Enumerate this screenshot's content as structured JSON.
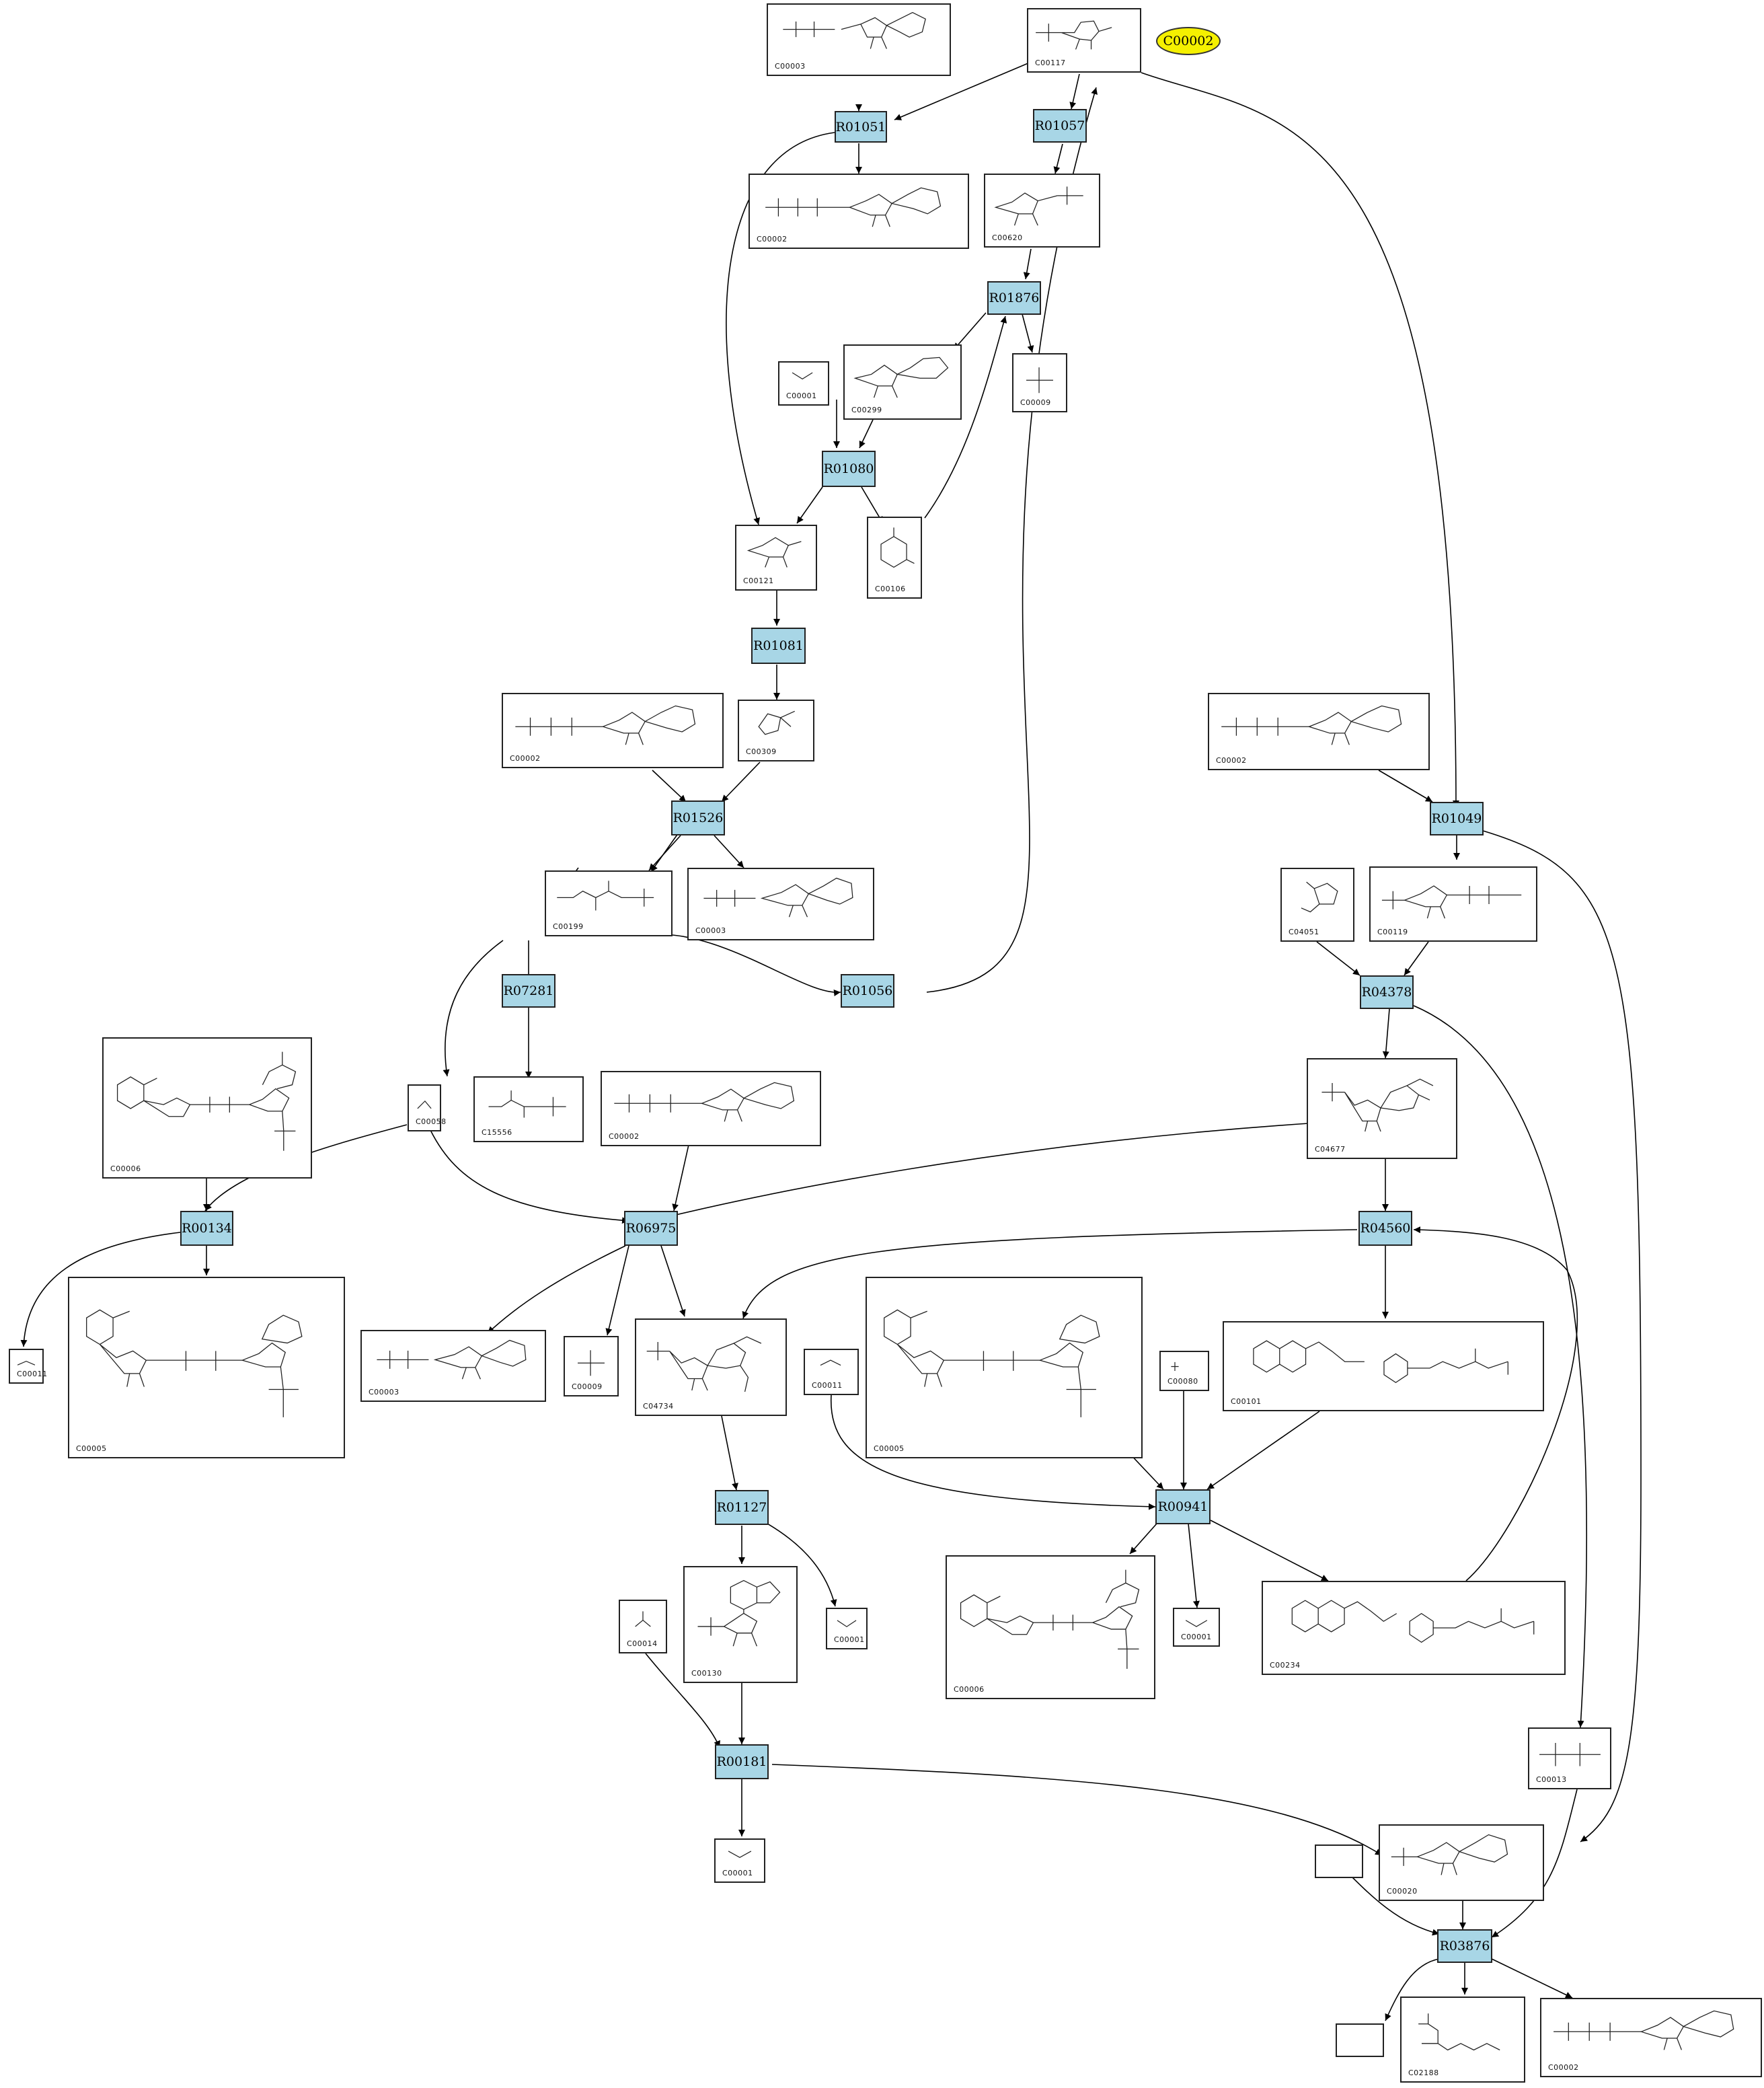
{
  "diagram": {
    "highlight_label": "C00002",
    "reactions": {
      "r01051": "R01051",
      "r01057": "R01057",
      "r01876": "R01876",
      "r01080": "R01080",
      "r01081": "R01081",
      "r01526": "R01526",
      "r01049": "R01049",
      "r07281": "R07281",
      "r01056": "R01056",
      "r04378": "R04378",
      "r00134": "R00134",
      "r06975": "R06975",
      "r04560": "R04560",
      "r01127": "R01127",
      "r00941": "R00941",
      "r00181": "R00181",
      "r03876": "R03876"
    },
    "compounds": {
      "c1": "C00003",
      "c2": "C00117",
      "c3": "C00002",
      "c4": "C00620",
      "c5": "C00001",
      "c6": "C00299",
      "c7": "C00009",
      "c8": "C00121",
      "c9": "C00106",
      "c10": "C00002",
      "c11": "C00309",
      "c12": "C00002",
      "c13": "C04051",
      "c14": "C00119",
      "c15": "C00199",
      "c16": "C00003",
      "c17": "C00006",
      "c18": "C00058",
      "c19": "C15556",
      "c20": "C00002",
      "c21": "C04677",
      "c22": "C00011",
      "c23": "C00005",
      "c24": "C00003",
      "c25": "C00009",
      "c26": "C04734",
      "c27": "C00011",
      "c28": "C00005",
      "c29": "C00080",
      "c30": "C00101",
      "c31": "C00014",
      "c32": "C00130",
      "c33": "C00001",
      "c34": "C00006",
      "c35": "C00001",
      "c36": "C00234",
      "c37": "C00013",
      "c38": "C00001",
      "c39": "C00020",
      "c40": "C02188",
      "c41": "C00002"
    }
  }
}
